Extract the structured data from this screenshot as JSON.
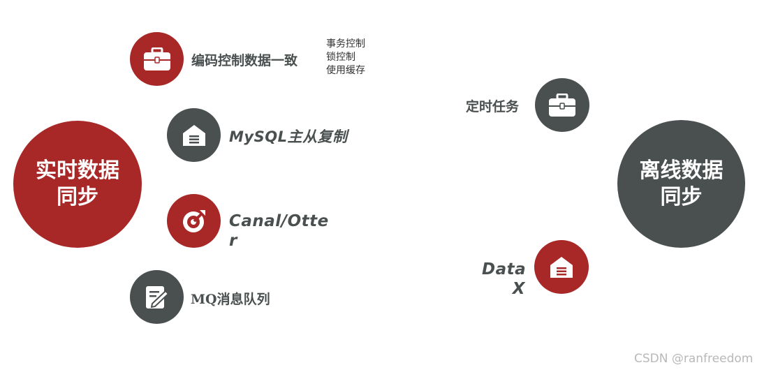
{
  "realtime": {
    "title_line1": "实时数据",
    "title_line2": "同步",
    "items": [
      {
        "label": "编码控制数据一致",
        "sub": [
          "事务控制",
          "锁控制",
          "使用缓存"
        ]
      },
      {
        "label": "MySQL主从复制"
      },
      {
        "label_line1": "Canal/Otte",
        "label_line2": "r"
      },
      {
        "label": "MQ消息队列"
      }
    ]
  },
  "offline": {
    "title_line1": "离线数据",
    "title_line2": "同步",
    "items": [
      {
        "label": "定时任务"
      },
      {
        "label_line1": "Data",
        "label_line2": "X"
      }
    ]
  },
  "watermark": "CSDN @ranfreedom",
  "colors": {
    "red": "#a82828",
    "dark": "#4a4f4f"
  }
}
